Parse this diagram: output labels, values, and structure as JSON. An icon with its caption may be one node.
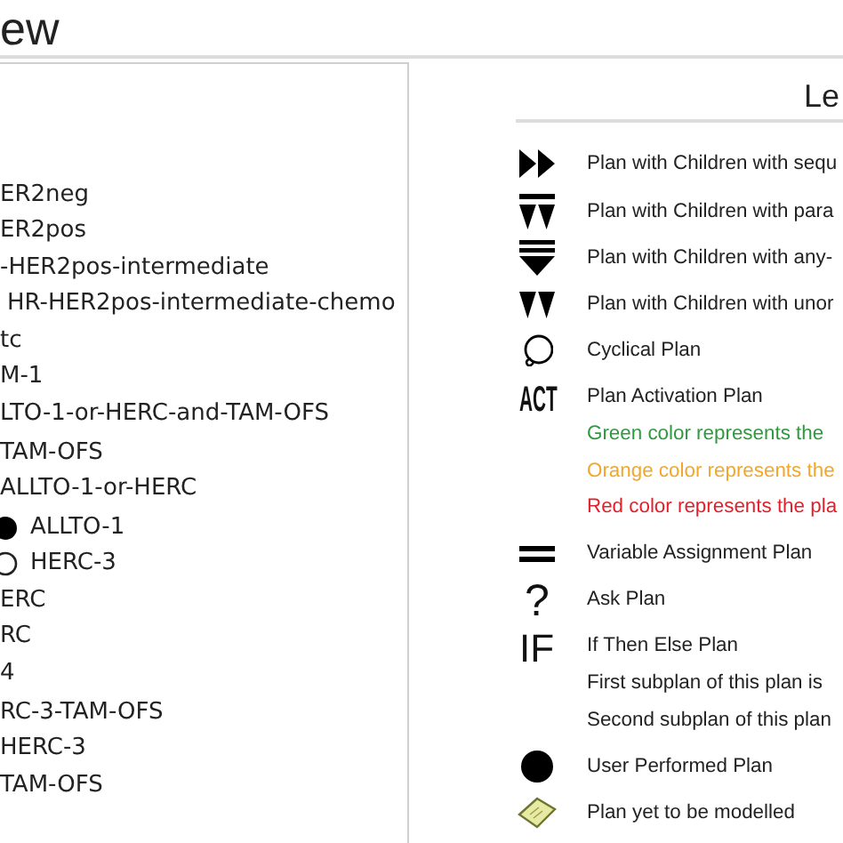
{
  "diagram": {
    "title": "ew",
    "labels": [
      "ER2neg",
      "ER2pos",
      "-HER2pos-intermediate",
      "HR-HER2pos-intermediate-chemo",
      "tc",
      "M-1",
      "LTO-1-or-HERC-and-TAM-OFS",
      "TAM-OFS",
      "ALLTO-1-or-HERC",
      "ALLTO-1",
      "HERC-3",
      "ERC",
      "RC",
      "4",
      "RC-3-TAM-OFS",
      "HERC-3",
      "TAM-OFS",
      "Le",
      "ACT",
      "?",
      "IF"
    ],
    "legend": [
      {
        "text": "Plan with Children with sequ"
      },
      {
        "text": "Plan with Children with para"
      },
      {
        "text": "Plan with Children with any-"
      },
      {
        "text": "Plan with Children with unor"
      },
      {
        "text": "Cyclical Plan"
      },
      {
        "text": "Plan Activation Plan"
      },
      {
        "text": "Green color represents the",
        "color": "#2e9a3e"
      },
      {
        "text": "Orange color represents the",
        "color": "#f2a72b"
      },
      {
        "text": "Red color represents the pla",
        "color": "#e2202c"
      },
      {
        "text": "Variable Assignment Plan"
      },
      {
        "text": "Ask Plan"
      },
      {
        "text": "If Then Else Plan"
      },
      {
        "text": "First subplan of this plan is"
      },
      {
        "text": "Second subplan of this plan"
      },
      {
        "text": "User Performed Plan"
      },
      {
        "text": "Plan yet to be modelled"
      }
    ]
  }
}
